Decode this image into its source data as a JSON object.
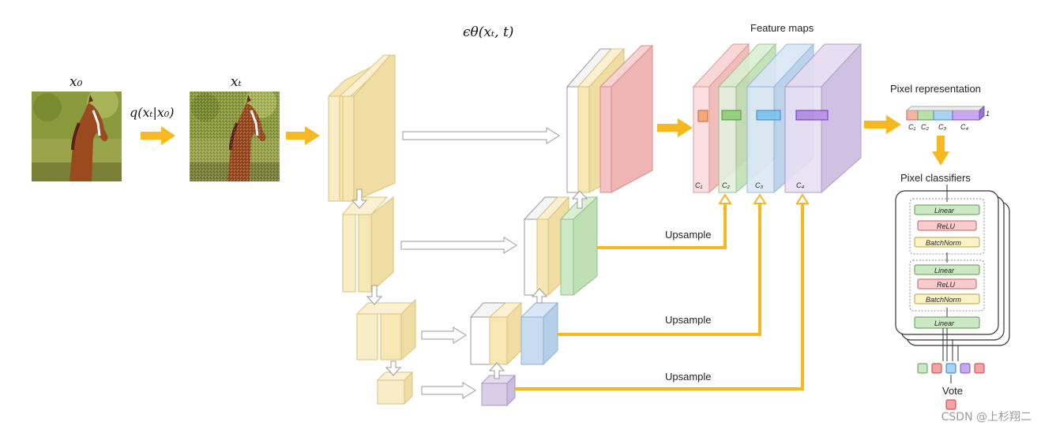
{
  "labels": {
    "x0": "x₀",
    "xt": "xₜ",
    "q": "q(xₜ|x₀)",
    "eps": "ϵθ(xₜ, t)",
    "feature_maps": "Feature maps",
    "pixel_representation": "Pixel representation",
    "pixel_classifiers": "Pixel classifiers",
    "upsample": "Upsample",
    "vote": "Vote"
  },
  "feature_map_labels": [
    "C₁",
    "C₂",
    "C₃",
    "C₄"
  ],
  "pixel_vector_labels": [
    "C₁",
    "C₂",
    "C₃",
    "C₄"
  ],
  "one": "1",
  "classifier_layers": {
    "linear": "Linear",
    "relu": "ReLU",
    "batchnorm": "BatchNorm"
  },
  "watermark": "CSDN @上杉翔二",
  "colors": {
    "arrow": "#f5b820",
    "unet": "#f6e7b4",
    "unet_edge": "#d9c27a",
    "red": "#f4c4c4",
    "green": "#cde8c4",
    "blue": "#c8dcf0",
    "purple": "#d9cde8"
  },
  "icons": {
    "photo": "horse-photo"
  }
}
